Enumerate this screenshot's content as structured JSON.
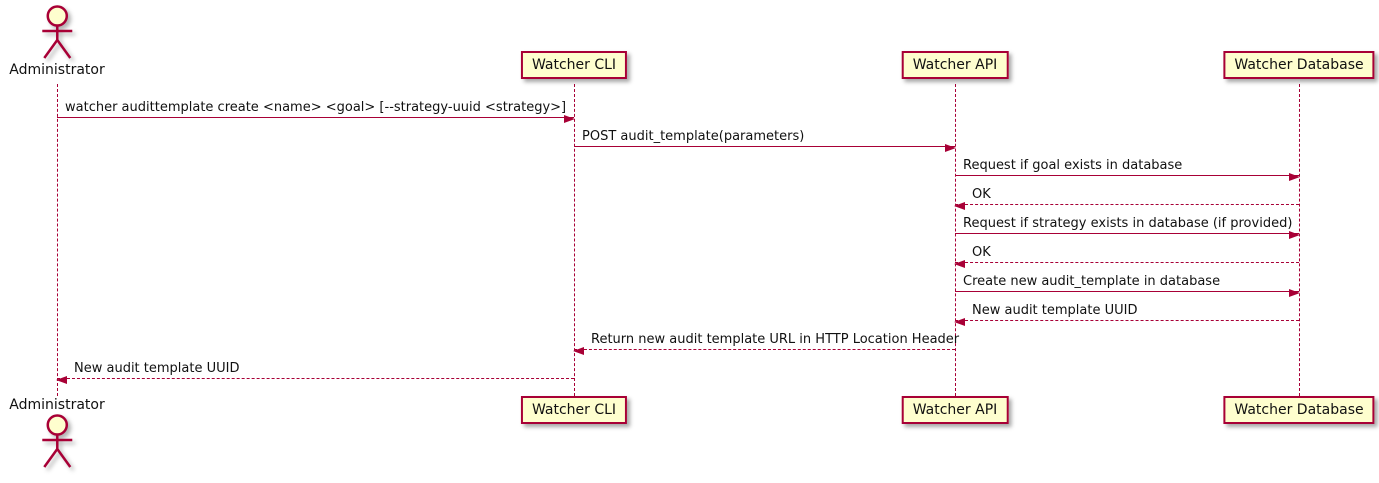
{
  "actor": {
    "label": "Administrator"
  },
  "participants": {
    "cli": {
      "label": "Watcher CLI"
    },
    "api": {
      "label": "Watcher API"
    },
    "db": {
      "label": "Watcher Database"
    }
  },
  "messages": [
    {
      "text": "watcher audittemplate create <name> <goal> [--strategy-uuid <strategy>]",
      "from": "Administrator",
      "to": "Watcher CLI",
      "line": "solid"
    },
    {
      "text": "POST audit_template(parameters)",
      "from": "Watcher CLI",
      "to": "Watcher API",
      "line": "solid"
    },
    {
      "text": "Request if goal exists in database",
      "from": "Watcher API",
      "to": "Watcher Database",
      "line": "solid"
    },
    {
      "text": "OK",
      "from": "Watcher Database",
      "to": "Watcher API",
      "line": "dotted"
    },
    {
      "text": "Request if strategy exists in database (if provided)",
      "from": "Watcher API",
      "to": "Watcher Database",
      "line": "solid"
    },
    {
      "text": "OK",
      "from": "Watcher Database",
      "to": "Watcher API",
      "line": "dotted"
    },
    {
      "text": "Create new audit_template in database",
      "from": "Watcher API",
      "to": "Watcher Database",
      "line": "solid"
    },
    {
      "text": "New audit template UUID",
      "from": "Watcher Database",
      "to": "Watcher API",
      "line": "dotted"
    },
    {
      "text": "Return new audit template URL in HTTP Location Header",
      "from": "Watcher API",
      "to": "Watcher CLI",
      "line": "dotted"
    },
    {
      "text": "New audit template UUID",
      "from": "Watcher CLI",
      "to": "Administrator",
      "line": "dotted"
    }
  ],
  "colors": {
    "accent": "#A80036",
    "node_fill": "#FEFECE",
    "background": "#FFFFFF"
  }
}
